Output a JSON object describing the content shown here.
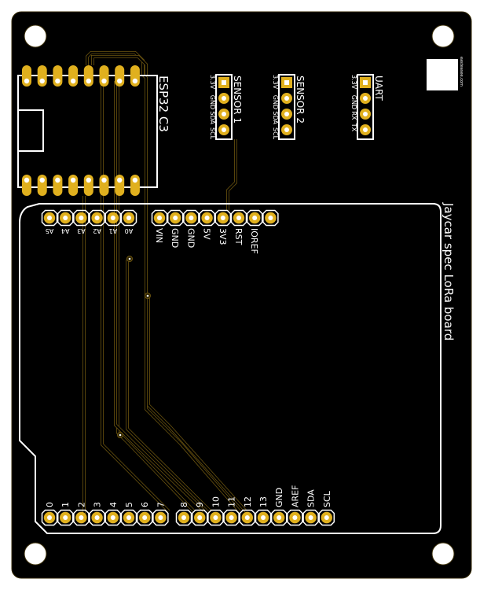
{
  "board": {
    "title": "Jaycar spec LoRa board",
    "watermark": "easteasee.com",
    "colors": {
      "substrate": "#000000",
      "copper": "#e0b01e",
      "silkscreen": "#ffffff",
      "trace": "#6b5410",
      "background": "#ffffff"
    }
  },
  "esp32": {
    "label": "ESP32 C3",
    "pins_per_row": 8
  },
  "sensor1": {
    "label": "SENSOR 1",
    "pins": [
      "3.3V",
      "GND",
      "SDA",
      "SCL"
    ]
  },
  "sensor2": {
    "label": "SENSOR 2",
    "pins": [
      "3.3V",
      "GND",
      "SDA",
      "SCL"
    ]
  },
  "uart": {
    "label": "UART",
    "pins": [
      "3.3V",
      "GND",
      "RX",
      "TX"
    ]
  },
  "analog_header": {
    "pins": [
      "A5",
      "A4",
      "A3",
      "A2",
      "A1",
      "A0"
    ]
  },
  "power_header": {
    "pins": [
      "VIN",
      "GND",
      "GND",
      "5V",
      "3V3",
      "RST",
      "IOREF",
      ""
    ]
  },
  "digital_low_header": {
    "pins": [
      "0",
      "1",
      "2",
      "3",
      "4",
      "5",
      "6",
      "7"
    ]
  },
  "digital_high_header": {
    "pins": [
      "8",
      "9",
      "10",
      "11",
      "12",
      "13",
      "GND",
      "AREF",
      "SDA",
      "SCL"
    ]
  }
}
